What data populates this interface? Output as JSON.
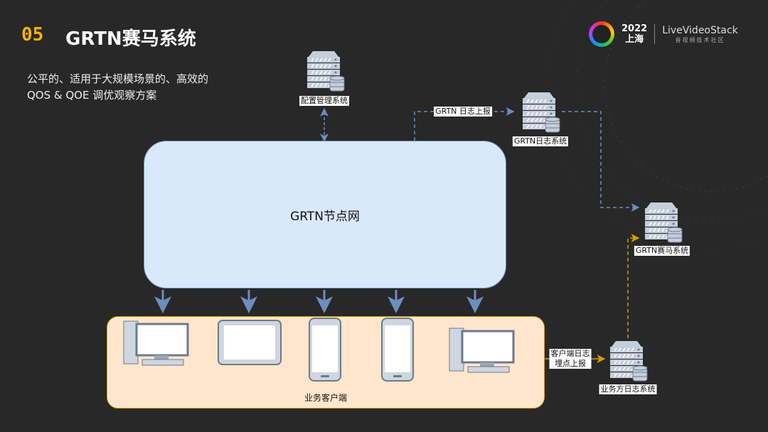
{
  "header": {
    "number": "05",
    "title": "GRTN赛马系统"
  },
  "subtitle": [
    "公平的、适用于大规模场景的、高效的",
    "QOS & QOE 调优观察方案"
  ],
  "logo": {
    "year": "2022",
    "city": "上海",
    "brand": "LiveVideoStack",
    "brand_sub": "音视频技术社区"
  },
  "diagram": {
    "config_system": "配置管理系统",
    "node_network": "GRTN节点网",
    "log_upload": "GRTN 日志上报",
    "log_system": "GRTN日志系统",
    "race_system": "GRTN赛马系统",
    "client_area": "业务客户端",
    "client_log_upload": [
      "客户端日志",
      "埋点上报"
    ],
    "biz_log_system": "业务方日志系统"
  },
  "colors": {
    "accent": "#f5b400",
    "node_fill": "#dae8fc",
    "client_fill": "#ffe6cc",
    "blue_line": "#6c8ebf",
    "orange_line": "#d79b00"
  }
}
